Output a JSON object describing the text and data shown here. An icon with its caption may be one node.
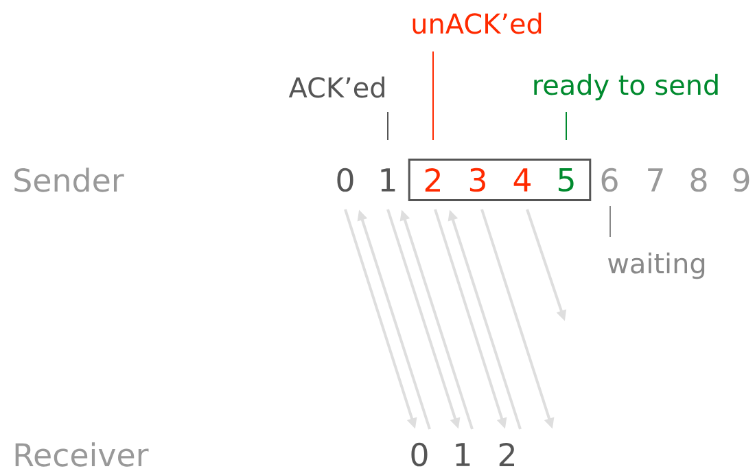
{
  "diagram": {
    "nodes": [
      {
        "text": [
          "Sender"
        ]
      },
      {
        "text": [
          "0"
        ]
      },
      {
        "text": [
          "1"
        ]
      },
      {
        "text": [],
        "shape": "box"
      },
      {
        "text": [
          "2"
        ],
        "in": 3
      },
      {
        "text": [
          "3"
        ],
        "in": 3
      },
      {
        "text": [
          "4"
        ],
        "in": 3
      },
      {
        "text": [
          "5"
        ],
        "in": 3
      },
      {
        "text": [
          "6"
        ]
      },
      {
        "text": [
          "7"
        ]
      },
      {
        "text": [
          "8"
        ]
      },
      {
        "text": [
          "9"
        ]
      },
      {
        "text": [
          "ACK’ed"
        ]
      },
      {
        "text": [
          "unACK’ed"
        ]
      },
      {
        "text": [
          "ready to send"
        ]
      },
      {
        "text": [
          "waiting"
        ]
      },
      {
        "text": [
          "Receiver"
        ]
      },
      {
        "text": [
          "0"
        ]
      },
      {
        "text": [
          "1"
        ]
      },
      {
        "text": [
          "2"
        ]
      }
    ],
    "edges": [
      {
        "from": 12,
        "to": 2,
        "arrow": "none",
        "color": "#555555"
      },
      {
        "from": 13,
        "to": 4,
        "arrow": "none",
        "color": "#ff2a00"
      },
      {
        "from": 14,
        "to": 7,
        "arrow": "none",
        "color": "#008a2e"
      },
      {
        "from": 15,
        "to": 8,
        "arrow": "none",
        "color": "#888888"
      },
      {
        "from": 1,
        "to": 17,
        "arrow": "to"
      },
      {
        "from": 17,
        "to": 1,
        "arrow": "to"
      },
      {
        "from": 2,
        "to": 18,
        "arrow": "to"
      },
      {
        "from": 18,
        "to": 2,
        "arrow": "to"
      },
      {
        "from": 4,
        "to": 19,
        "arrow": "to"
      },
      {
        "from": 19,
        "to": 4,
        "arrow": "to"
      },
      {
        "from": 5,
        "to": null,
        "arrow": "to"
      },
      {
        "from": 6,
        "to": null,
        "arrow": "to"
      }
    ]
  }
}
